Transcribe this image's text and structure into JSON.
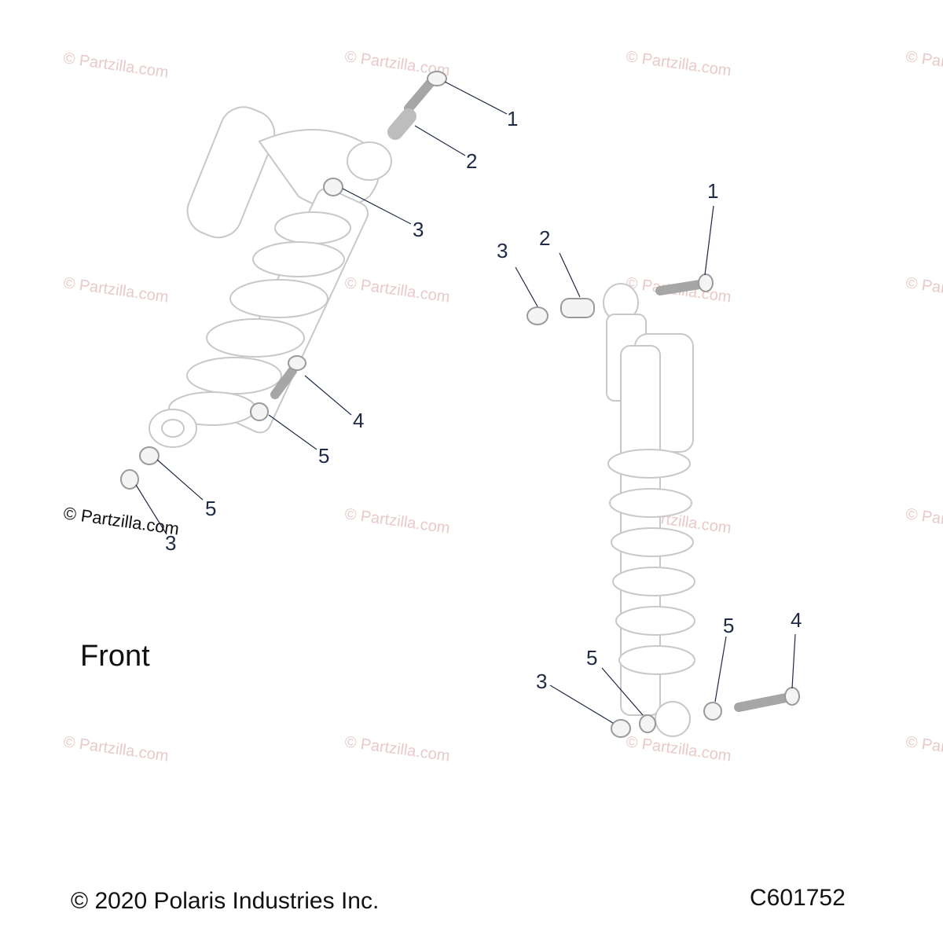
{
  "watermark": "© Partzilla.com",
  "watermark_overlay": "© Partzilla.com",
  "front_label": "Front",
  "copyright": "© 2020 Polaris Industries Inc.",
  "diagram_code": "C601752",
  "callouts": {
    "left_1": "1",
    "left_2": "2",
    "left_3": "3",
    "left_4": "4",
    "left_5a": "5",
    "left_5b": "5",
    "left_3b": "3",
    "right_1": "1",
    "right_2": "2",
    "right_3": "3",
    "right_4": "4",
    "right_5a": "5",
    "right_5b": "5",
    "right_3b": "3"
  }
}
